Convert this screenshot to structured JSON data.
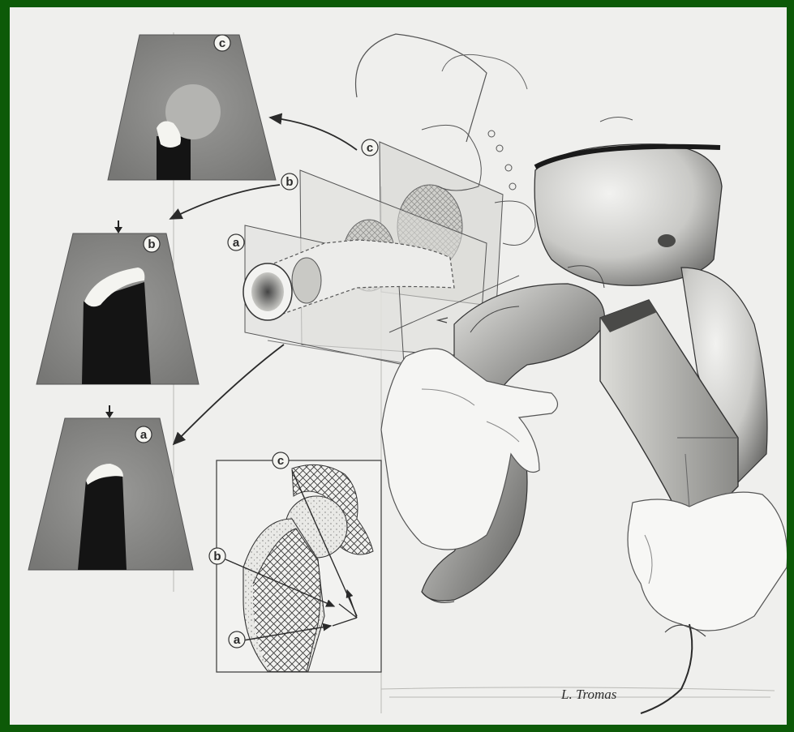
{
  "colors": {
    "frame": "#0d5a08",
    "paper": "#efefed",
    "ink": "#2a2a2a",
    "scan_gray": "#8c8c8a",
    "scan_dark": "#141414",
    "bone_echo": "#f4f4f0"
  },
  "panels": [
    {
      "id": "c",
      "label": "c",
      "marker": false
    },
    {
      "id": "b",
      "label": "b",
      "marker": true
    },
    {
      "id": "a",
      "label": "a",
      "marker": true
    }
  ],
  "planes": [
    {
      "id": "a",
      "label": "a"
    },
    {
      "id": "b",
      "label": "b"
    },
    {
      "id": "c",
      "label": "c"
    }
  ],
  "inset": {
    "labels": {
      "c": "c",
      "b": "b",
      "a": "a"
    }
  },
  "signature": "L. Tromas"
}
